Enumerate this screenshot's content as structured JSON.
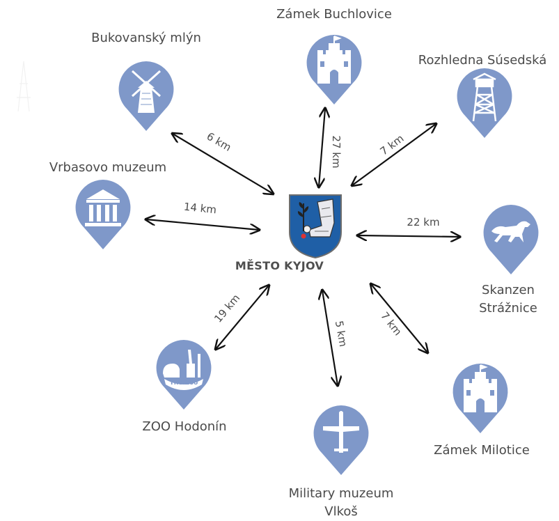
{
  "center": {
    "title": "MĚSTO KYJOV"
  },
  "colors": {
    "pin": "#7f98c9",
    "arrow": "#111111",
    "shield": "#1f5fa6",
    "text": "#4a4a4a"
  },
  "destinations": [
    {
      "key": "buchlovice",
      "name": "Zámek Buchlovice",
      "distance": "27 km",
      "icon": "castle-icon"
    },
    {
      "key": "bukovansky",
      "name": "Bukovanský mlýn",
      "distance": "6 km",
      "icon": "windmill-icon"
    },
    {
      "key": "rozhledna",
      "name": "Rozhledna Súsedská",
      "distance": "7 km",
      "icon": "lookout-tower-icon"
    },
    {
      "key": "vrbasovo",
      "name": "Vrbasovo muzeum",
      "distance": "14 km",
      "icon": "museum-icon"
    },
    {
      "key": "straznice",
      "name_line1": "Skanzen",
      "name_line2": "Strážnice",
      "distance": "22 km",
      "icon": "horse-icon"
    },
    {
      "key": "zoo",
      "name": "ZOO Hodonín",
      "distance": "19 km",
      "icon": "zoo-icon",
      "icon_text": "The Zoo"
    },
    {
      "key": "military",
      "name_line1": "Military muzeum",
      "name_line2": "Vlkoš",
      "distance": "5 km",
      "icon": "airplane-icon"
    },
    {
      "key": "milotice",
      "name": "Zámek Milotice",
      "distance": "7 km",
      "icon": "castle-icon"
    }
  ]
}
